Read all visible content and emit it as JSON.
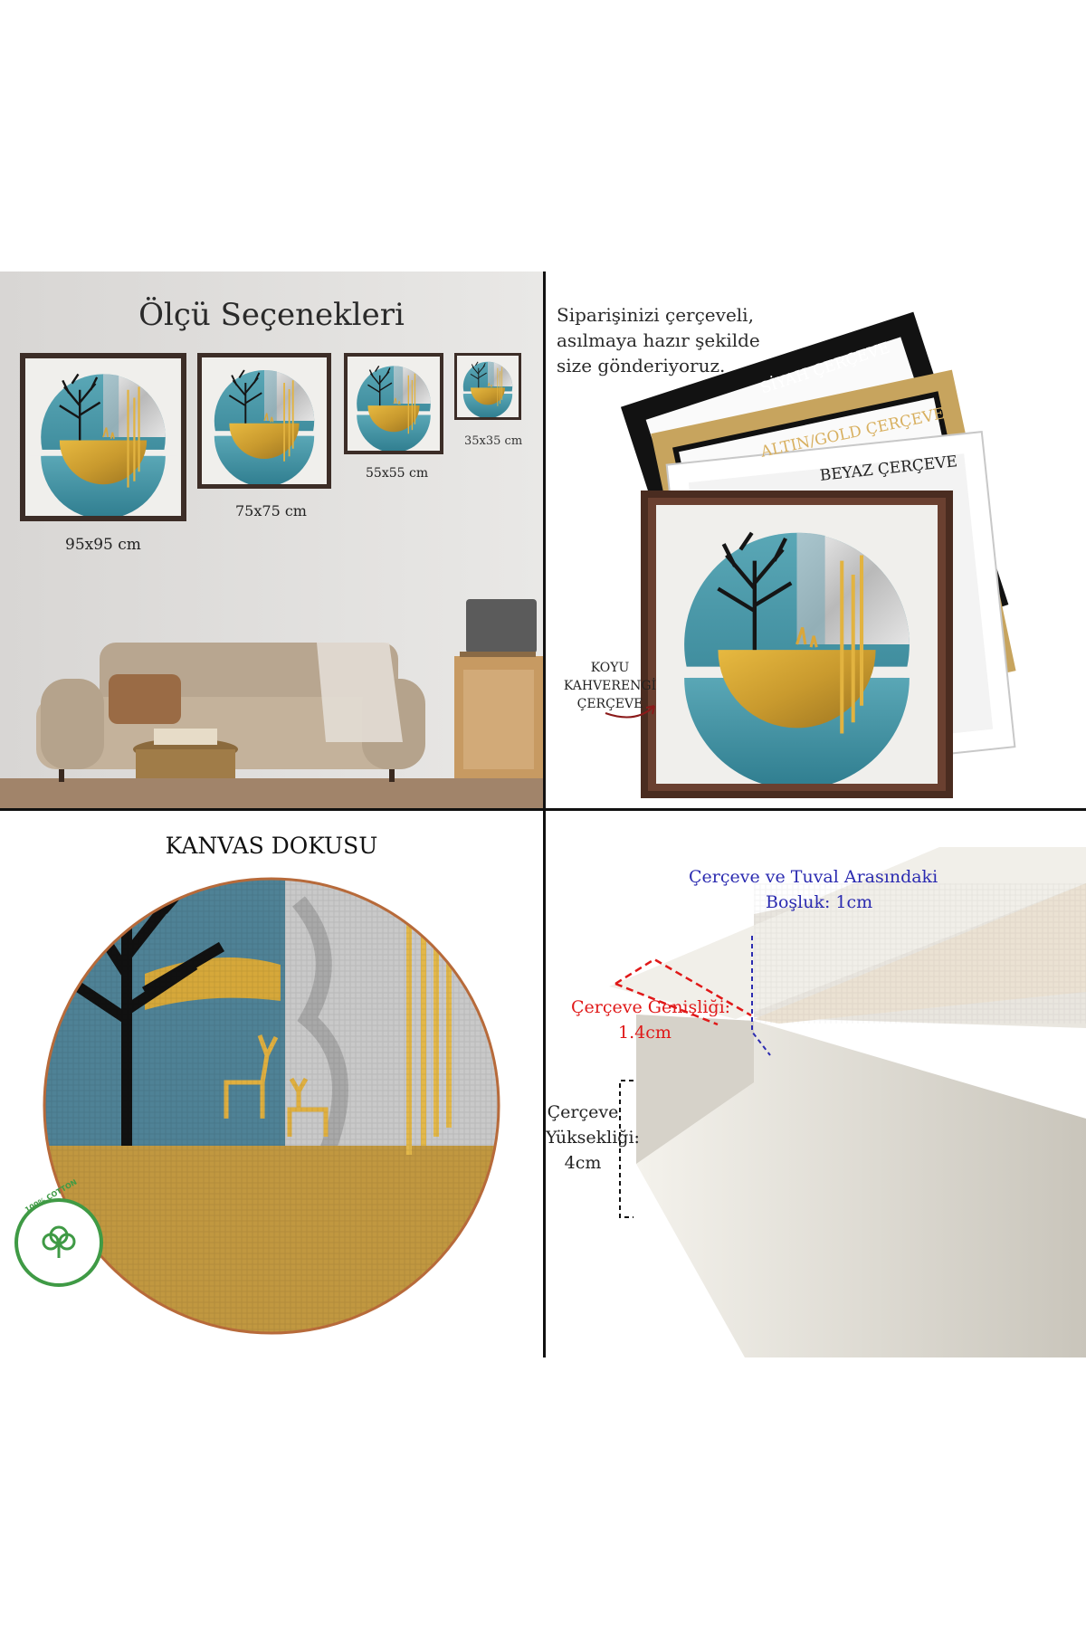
{
  "size_options": {
    "title": "Ölçü Seçenekleri",
    "sizes": [
      {
        "label": "95x95 cm"
      },
      {
        "label": "75x75 cm"
      },
      {
        "label": "55x55 cm"
      },
      {
        "label": "35x35 cm"
      }
    ]
  },
  "frames": {
    "intro_lines": [
      "Siparişinizi çerçeveli,",
      "asılmaya hazır şekilde",
      "size gönderiyoruz."
    ],
    "black_frame": "SİYAH ÇERÇEVE",
    "gold_frame": "ALTIN/GOLD ÇERÇEVE",
    "white_frame": "BEYAZ ÇERÇEVE",
    "brown_frame_lines": [
      "KOYU",
      "KAHVERENGİ",
      "ÇERÇEVE"
    ]
  },
  "texture": {
    "title": "KANVAS DOKUSU",
    "badge_text": "100% COTTON"
  },
  "dimensions": {
    "gap_lines": [
      "Çerçeve ve Tuval Arasındaki",
      "Boşluk: 1cm"
    ],
    "width_lines": [
      "Çerçeve Genişliği:",
      "1.4cm"
    ],
    "height_lines": [
      "Çerçeve",
      "Yüksekliği:",
      "4cm"
    ]
  },
  "colors": {
    "teal": "#3e8ea0",
    "gold": "#c99a2e",
    "brown_frame": "#4a2c20",
    "blue_text": "#2b2bb0",
    "red_text": "#e01818"
  }
}
